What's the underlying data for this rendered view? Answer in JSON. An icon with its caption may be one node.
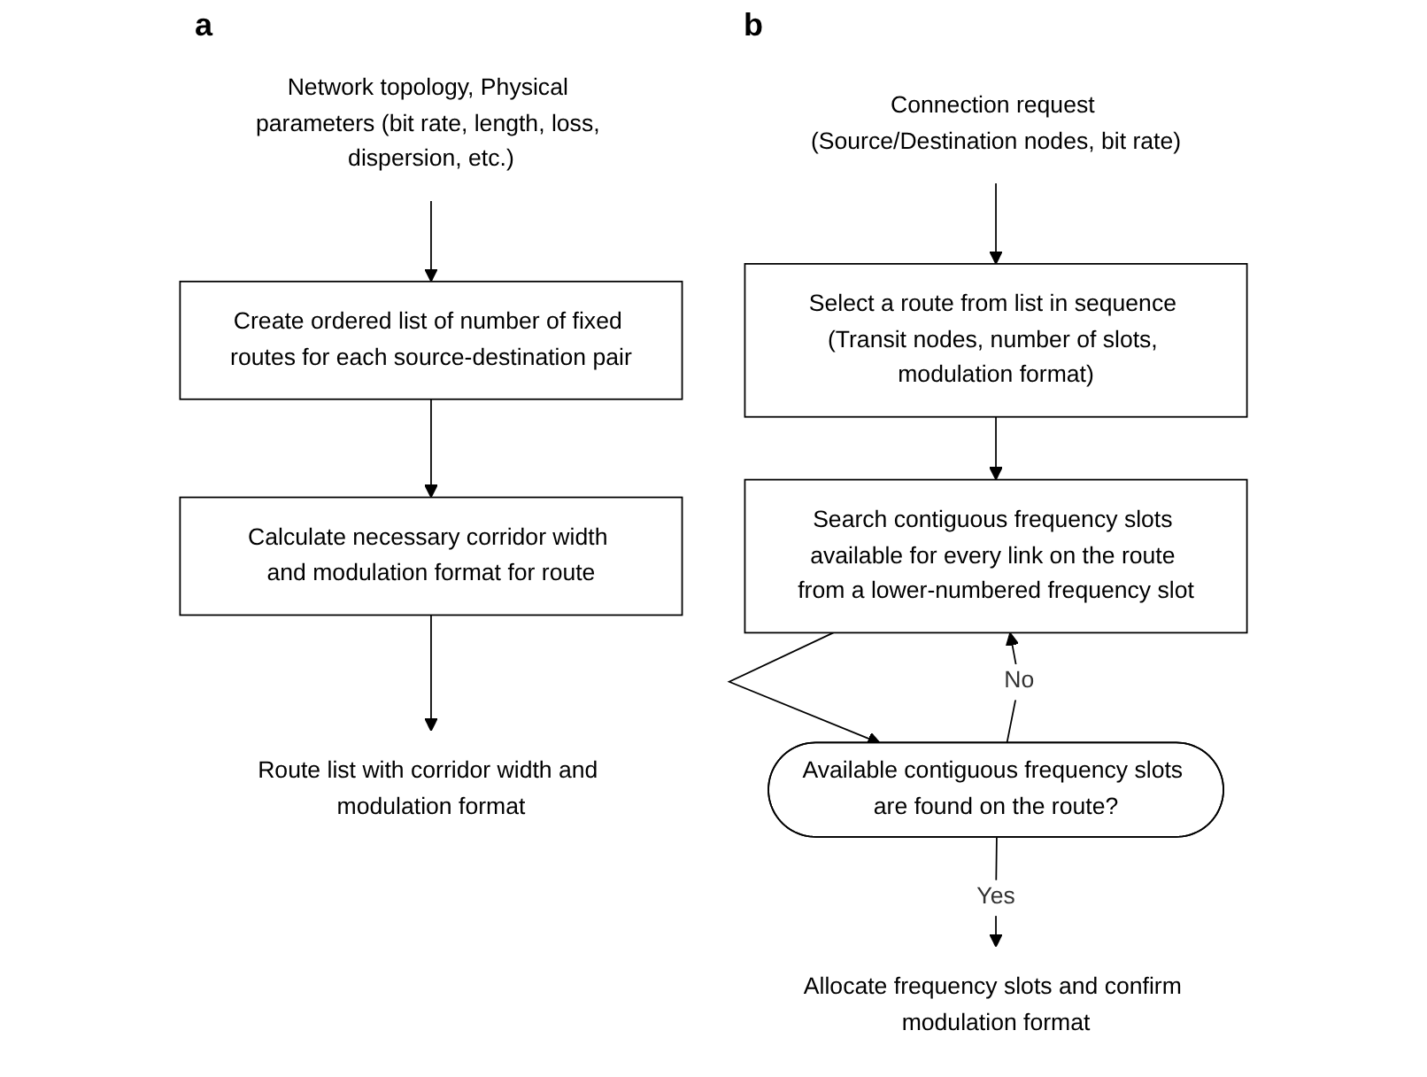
{
  "diagram": {
    "nodes": [
      {
        "text": [
          "Network topology, Physical parameters (bit rate, length, loss, dispersion, etc.)"
        ]
      },
      {
        "text": [
          "Create ordered list of number of fixed routes for each source-destination pair"
        ]
      },
      {
        "text": [
          "Calculate necessary corridor width and modulation format for route"
        ]
      },
      {
        "text": [
          "Route list with corridor width and modulation format"
        ]
      },
      {
        "text": [
          "Connection request (Source/Destination nodes, bit rate)"
        ]
      },
      {
        "text": [
          "Select a route from list in sequence (Transit nodes, number of slots, modulation format)"
        ]
      },
      {
        "text": [
          "Search contiguous frequency slots available for every link on the route from a lower-numbered frequency slot"
        ]
      },
      {
        "text": [
          "Available contiguous frequency slots are found on the route?"
        ]
      },
      {
        "text": [
          "Allocate frequency slots and confirm modulation format"
        ]
      }
    ],
    "edges": [
      {
        "from": 0,
        "to": 1,
        "arrow": "to"
      },
      {
        "from": 1,
        "to": 2,
        "arrow": "to"
      },
      {
        "from": 2,
        "to": 3,
        "arrow": "to"
      },
      {
        "from": 4,
        "to": 5,
        "arrow": "to"
      },
      {
        "from": 5,
        "to": 6,
        "arrow": "to"
      },
      {
        "from": 6,
        "to": 7,
        "arrow": "to"
      },
      {
        "from": 7,
        "to": 8,
        "arrow": "to",
        "label": "Yes"
      },
      {
        "from": 7,
        "to": 6,
        "arrow": "to",
        "label": "No"
      }
    ],
    "labels": [
      "a",
      "b"
    ]
  }
}
